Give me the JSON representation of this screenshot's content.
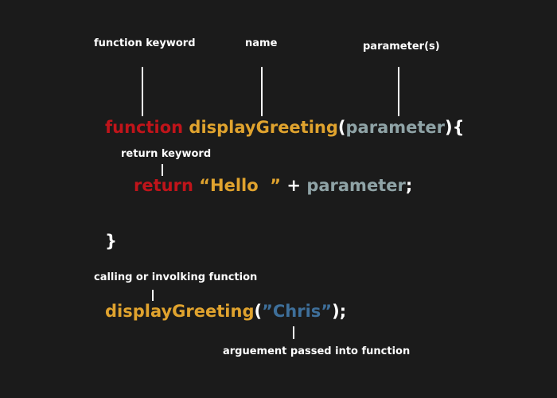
{
  "labels": {
    "function_keyword": "function keyword",
    "name": "name",
    "parameters": "parameter(s)",
    "return_keyword": "return keyword",
    "calling": "calling or involking function",
    "argument": "arguement passed into function"
  },
  "code": {
    "line1": {
      "keyword": "function",
      "name": "displayGreeting",
      "open_paren": "(",
      "param": "parameter",
      "close": "){"
    },
    "line2": {
      "keyword": "return",
      "string": "“Hello  ”",
      "plus": "+",
      "param": "parameter",
      "semicolon": ";"
    },
    "line3": {
      "brace": "}"
    },
    "line4": {
      "name": "displayGreeting",
      "open_paren": "(",
      "arg": "”Chris”",
      "close": ");"
    }
  },
  "colors": {
    "background": "#1b1b1b",
    "keyword": "#c0141a",
    "function_name": "#e0a32e",
    "parameter": "#8fa3a6",
    "argument_string": "#3e6f9a",
    "label": "#ffffff"
  }
}
